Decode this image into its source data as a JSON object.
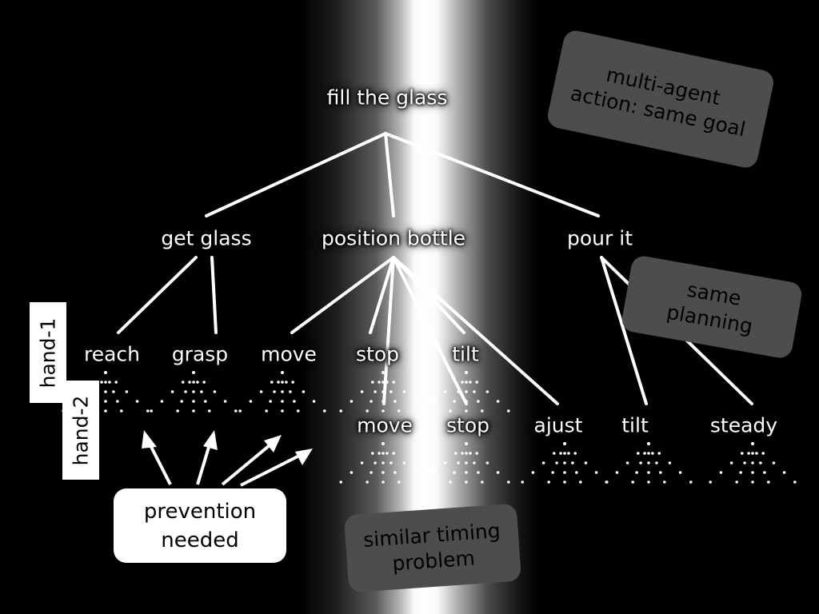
{
  "root": "fill the glass",
  "subgoals": {
    "get_glass": "get glass",
    "position_bottle": "position bottle",
    "pour_it": "pour it"
  },
  "hand1": {
    "label": "hand-1",
    "actions": [
      "reach",
      "grasp",
      "move",
      "stop",
      "tilt"
    ]
  },
  "hand2": {
    "label": "hand-2",
    "actions": [
      "move",
      "stop",
      "ajust",
      "tilt",
      "steady"
    ]
  },
  "notes": {
    "multi_agent": [
      "multi-agent",
      "action: same goal"
    ],
    "same_planning": [
      "same",
      "planning"
    ],
    "timing": [
      "similar timing",
      "problem"
    ]
  },
  "prevention": [
    "prevention",
    "needed"
  ],
  "colors": {
    "background": "#000000",
    "glow": "#ffffff",
    "note_fill": "#4d4d4d",
    "line": "#ffffff"
  }
}
